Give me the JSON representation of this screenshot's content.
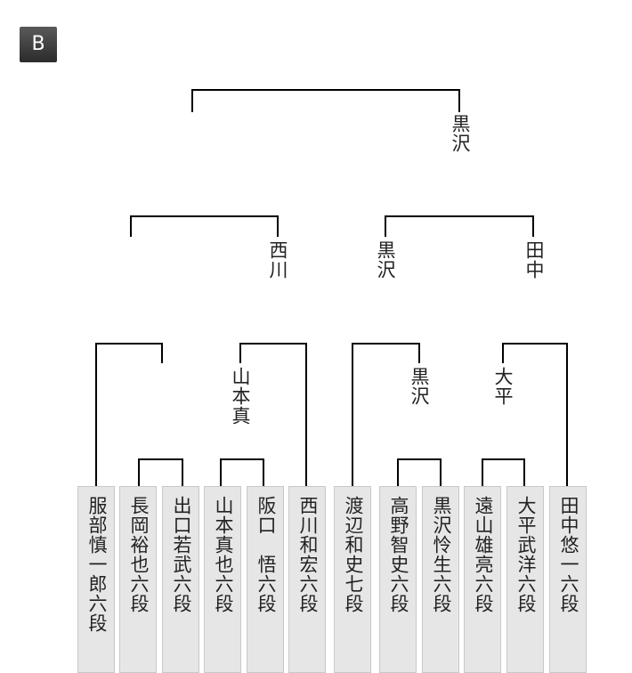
{
  "block_label": "B",
  "champion": "黒沢",
  "semifinal_winners": [
    {
      "id": "w-nishikawa",
      "name": "西川"
    },
    {
      "id": "w-kurosawa",
      "name": "黒沢"
    },
    {
      "id": "w-tanaka",
      "name": "田中"
    }
  ],
  "round2_winners": [
    {
      "id": "r2-yamamoto",
      "name": "山本真"
    },
    {
      "id": "r2-kurosawa",
      "name": "黒沢"
    },
    {
      "id": "r2-ohira",
      "name": "大平"
    }
  ],
  "players": [
    "服部慎一郎六段",
    "長岡裕也六段",
    "出口若武六段",
    "山本真也六段",
    "阪口　悟六段",
    "西川和宏六段",
    "渡辺和史七段",
    "高野智史六段",
    "黒沢怜生六段",
    "遠山雄亮六段",
    "大平武洋六段",
    "田中悠一六段"
  ]
}
